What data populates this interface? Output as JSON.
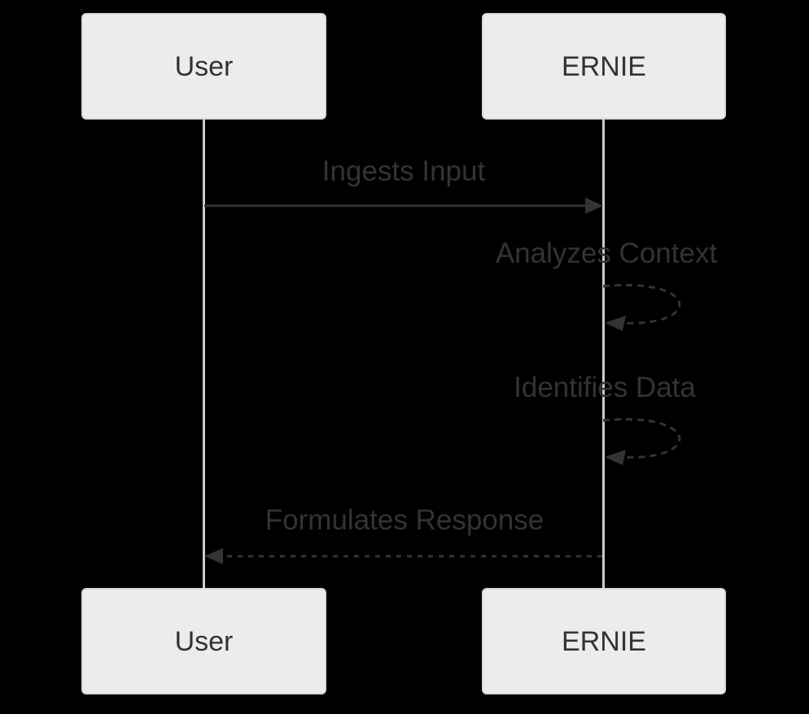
{
  "diagram": {
    "type": "sequence-diagram",
    "background_color": "#000000",
    "colors": {
      "actor_fill": "#ececec",
      "actor_border": "#d9d9d9",
      "actor_text": "#333333",
      "lifeline": "#cccccc",
      "message_line": "#333333",
      "message_text": "#333333"
    },
    "actors": [
      {
        "name": "User"
      },
      {
        "name": "ERNIE"
      }
    ],
    "messages": [
      {
        "from": "User",
        "to": "ERNIE",
        "label": "Ingests Input",
        "style": "solid-arrow"
      },
      {
        "from": "ERNIE",
        "to": "ERNIE",
        "label": "Analyzes Context",
        "style": "dashed-self-loop"
      },
      {
        "from": "ERNIE",
        "to": "ERNIE",
        "label": "Identifies Data",
        "style": "dashed-self-loop"
      },
      {
        "from": "ERNIE",
        "to": "User",
        "label": "Formulates Response",
        "style": "dashed-arrow"
      }
    ]
  }
}
